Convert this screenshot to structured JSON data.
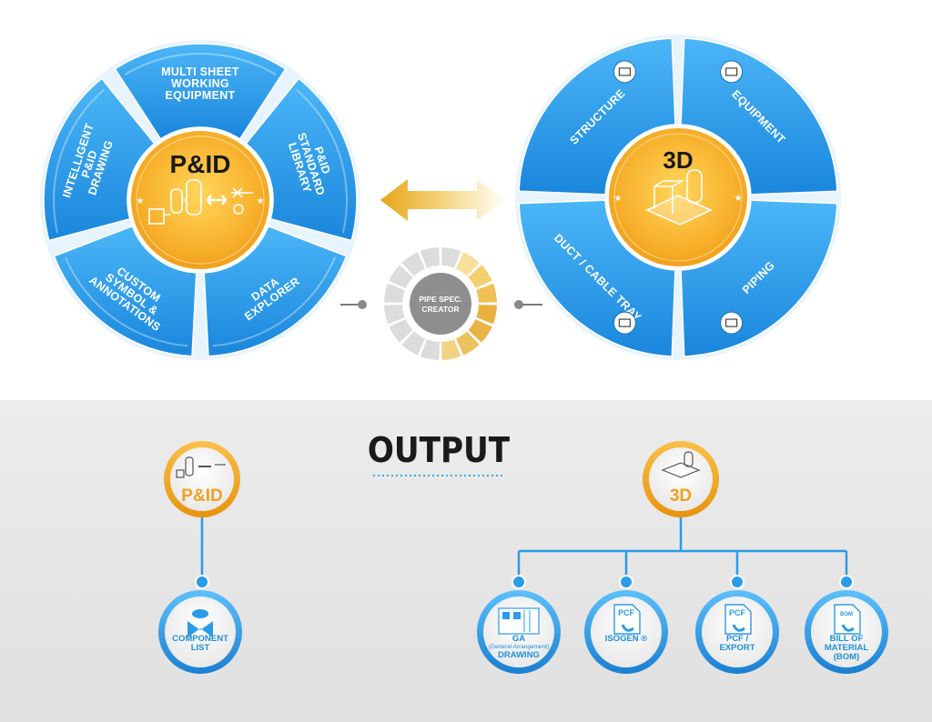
{
  "pid_wheel": {
    "hub_title": "P&ID",
    "segments": [
      {
        "lines": [
          "MULTI SHEET",
          "WORKING",
          "EQUIPMENT"
        ]
      },
      {
        "lines": [
          "P&ID",
          "STANDARD",
          "LIBRARY"
        ]
      },
      {
        "lines": [
          "DATA",
          "EXPLORER"
        ]
      },
      {
        "lines": [
          "CUSTOM",
          "SYMBOL &",
          "ANNOTATIONS"
        ]
      },
      {
        "lines": [
          "INTELLIGENT",
          "P&ID",
          "DRAWING"
        ]
      }
    ]
  },
  "three_d_wheel": {
    "hub_title": "3D",
    "segments": [
      {
        "label": "STRUCTURE",
        "icon": "structure-icon"
      },
      {
        "label": "EQUIPMENT",
        "icon": "equipment-icon"
      },
      {
        "label": "PIPING",
        "icon": "piping-icon"
      },
      {
        "label": "DUCT / CABLE TRAY",
        "icon": "duct-icon"
      }
    ]
  },
  "center_ring": {
    "lines": [
      "PIPE SPEC.",
      "CREATOR"
    ]
  },
  "output": {
    "title": "OUTPUT",
    "pid_node": {
      "title": "P&ID"
    },
    "three_d_node": {
      "title": "3D"
    },
    "pid_children": [
      {
        "lines": [
          "COMPONENT",
          "LIST"
        ],
        "icon": "valve-icon"
      }
    ],
    "three_d_children": [
      {
        "lines": [
          "GA",
          "(General Arrangement)",
          "DRAWING"
        ],
        "icon": "drawing-icon"
      },
      {
        "lines": [
          "ISOGEN ®"
        ],
        "icon": "pcf-file-icon",
        "badge": "PCF"
      },
      {
        "lines": [
          "PCF /",
          "EXPORT"
        ],
        "icon": "pcf-file-icon",
        "badge": "PCF"
      },
      {
        "lines": [
          "BILL OF",
          "MATERIAL",
          "(BOM)"
        ],
        "icon": "bom-file-icon",
        "badge": "BOM"
      }
    ]
  },
  "colors": {
    "blue": "#1e8fe0",
    "blue_light": "#46b2f5",
    "orange": "#f5a623",
    "gray_bg": "#e6e6e6"
  }
}
